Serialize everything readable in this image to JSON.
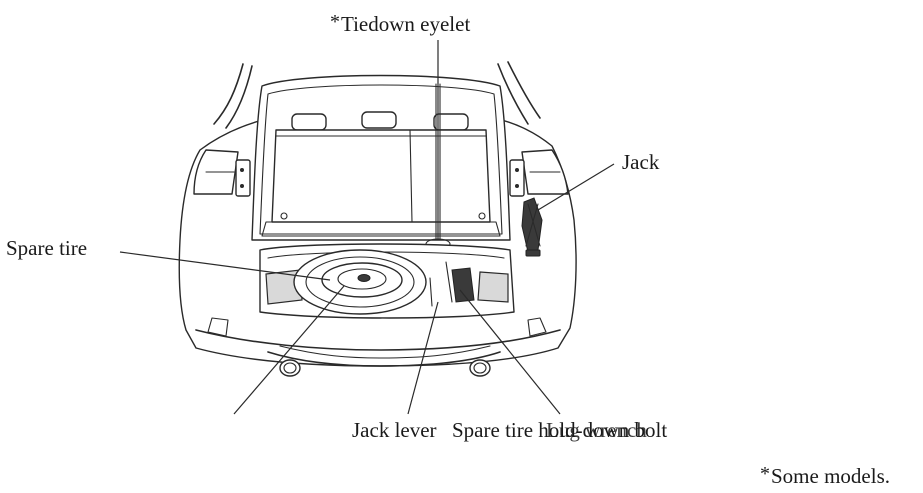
{
  "callouts": {
    "tiedown_eyelet": {
      "marker": "*",
      "text": "Tiedown eyelet"
    },
    "jack": {
      "text": "Jack"
    },
    "spare_tire": {
      "text": "Spare tire"
    },
    "jack_lever": {
      "text": "Jack lever"
    },
    "spare_tire_hold_down_bolt": {
      "text": "Spare tire hold-down bolt"
    },
    "lug_wrench": {
      "text": "Lug wrench"
    }
  },
  "footnote": {
    "marker": "*",
    "text": "Some models."
  }
}
